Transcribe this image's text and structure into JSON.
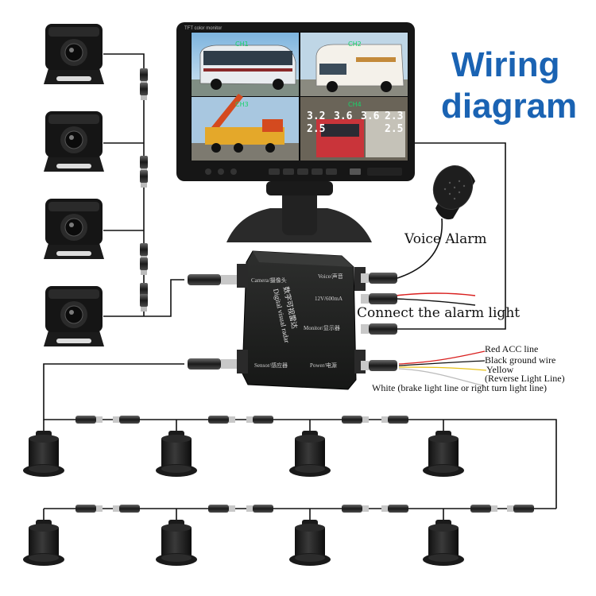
{
  "title": {
    "line1": "Wiring",
    "line2": "diagram",
    "color": "#1a63b3"
  },
  "monitor": {
    "header": "TFT color monitor",
    "channels": [
      "CH1",
      "CH2",
      "CH3",
      "CH4"
    ],
    "distances": [
      "3.2",
      "3.6",
      "3.6",
      "2.3",
      "2.5",
      "2.5"
    ]
  },
  "labels": {
    "voice_alarm": "Voice Alarm",
    "alarm_light": "Connect the alarm light"
  },
  "control_box": {
    "name": "Digital visual radar",
    "name_cn": "数字可视雷达",
    "ports": {
      "camera": "Camera/摄像头",
      "voice": "Voice/声音",
      "power_12v": "12V/600mA",
      "monitor": "Monitor/显示器",
      "sensor": "Sensor/感应器",
      "power": "Power/电源"
    }
  },
  "wires": {
    "red": "Red ACC line",
    "black": "Black ground wire",
    "yellow": "Yellow",
    "reverse": "(Reverse Light Line)",
    "white": "White (brake light line or right turn light line)",
    "colors": {
      "red": "#d9201f",
      "black": "#111111",
      "yellow": "#e8c21a",
      "white": "#bbbbbb"
    }
  },
  "components": {
    "cameras": 4,
    "sensors": 8
  }
}
